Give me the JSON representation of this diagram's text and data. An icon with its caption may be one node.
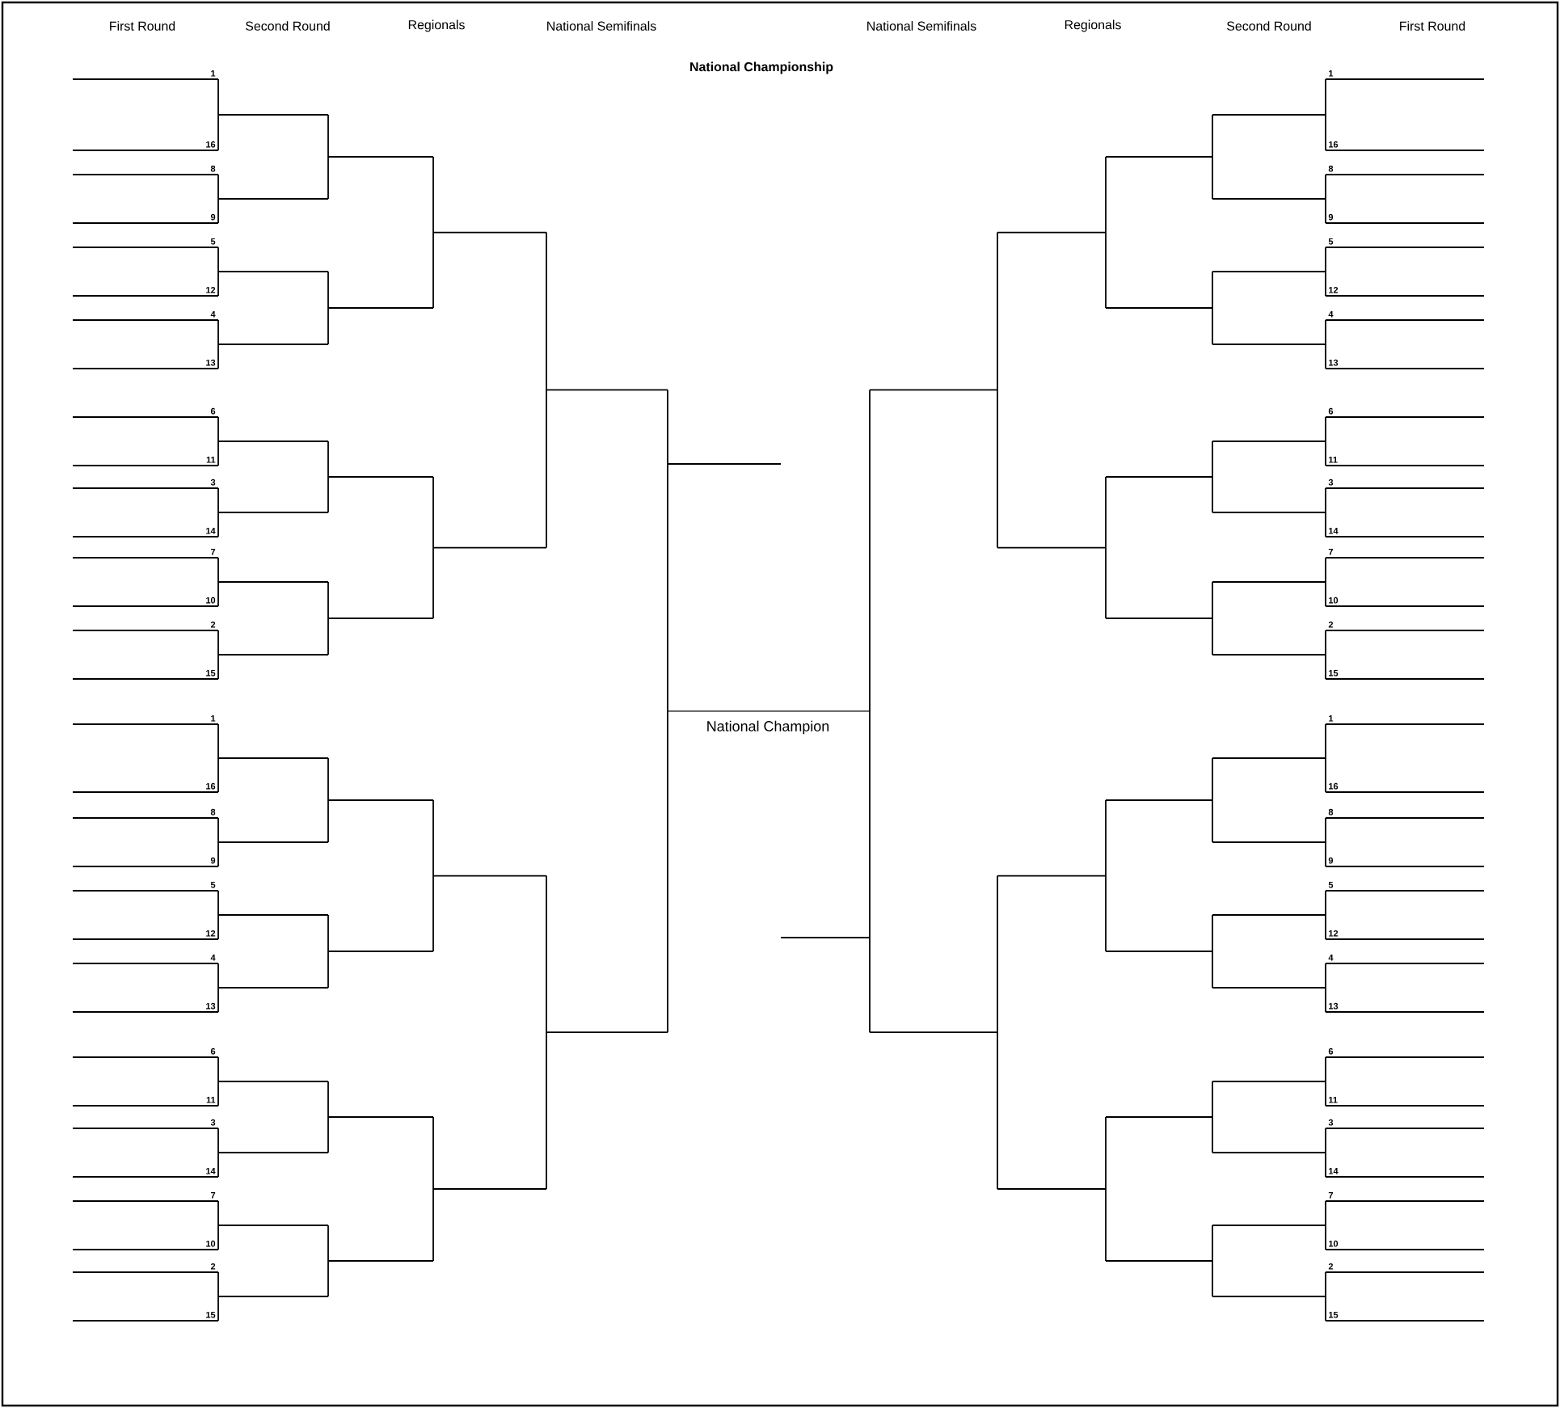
{
  "diagram": {
    "title": "National Championship",
    "labels": [
      "First Round",
      "Second Round",
      "Regionals",
      "National Semifinals",
      "National Semifinals",
      "Regionals",
      "Second Round",
      "First Round",
      "1",
      "16",
      "8",
      "9",
      "5",
      "12",
      "4",
      "13",
      "6",
      "11",
      "3",
      "14",
      "7",
      "10",
      "2",
      "15",
      "1",
      "16",
      "8",
      "9",
      "5",
      "12",
      "4",
      "13",
      "6",
      "11",
      "3",
      "14",
      "7",
      "10",
      "2",
      "15",
      "1",
      "16",
      "8",
      "9",
      "5",
      "12",
      "4",
      "13",
      "6",
      "11",
      "3",
      "14",
      "7",
      "10",
      "2",
      "15",
      "1",
      "16",
      "8",
      "9",
      "5",
      "12",
      "4",
      "13",
      "6",
      "11",
      "3",
      "14",
      "7",
      "10",
      "2",
      "15",
      "National Champion"
    ]
  }
}
